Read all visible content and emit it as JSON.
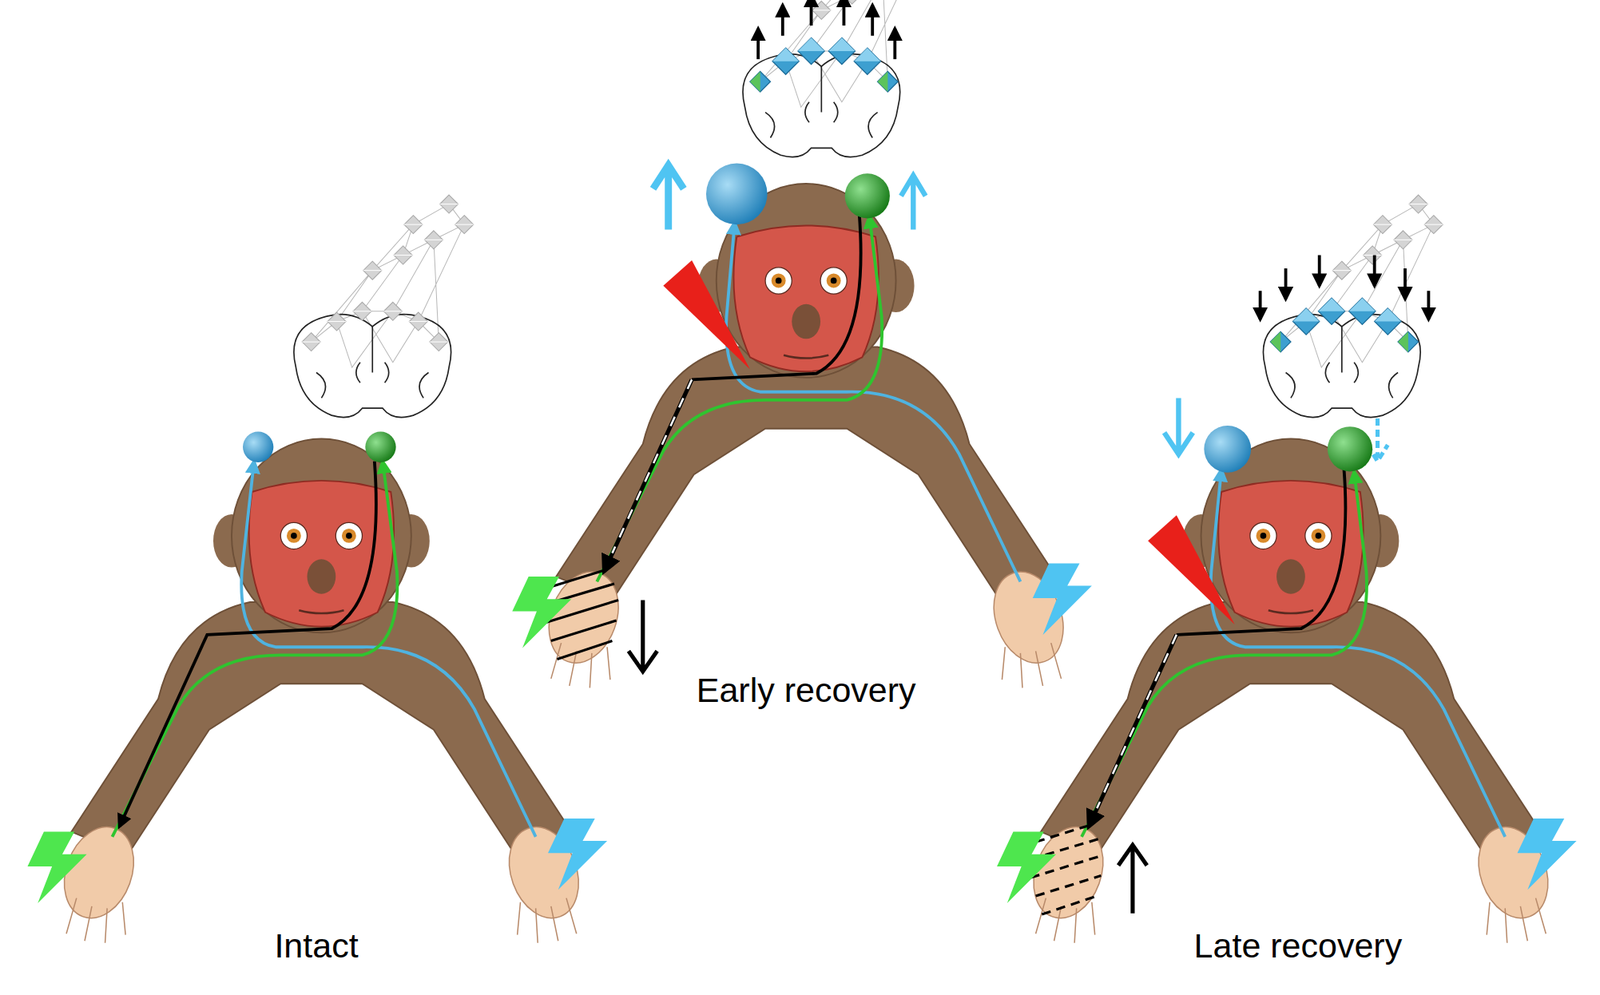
{
  "diagram": {
    "labels": [
      "Intact",
      "Early recovery",
      "Late recovery"
    ]
  }
}
